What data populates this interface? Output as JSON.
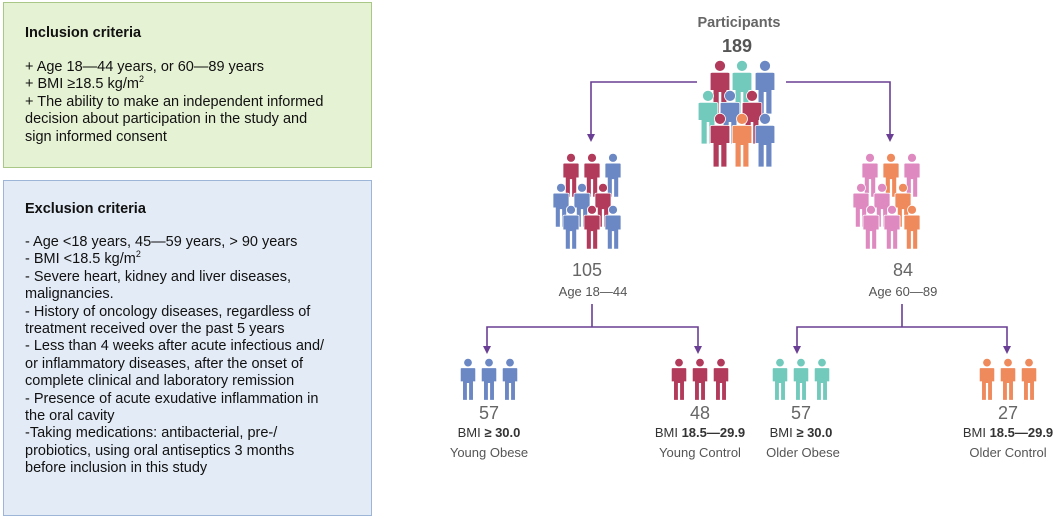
{
  "inclusion": {
    "title": "Inclusion criteria",
    "lines": [
      "+ Age 18—44 years, or 60—89 years",
      "+ BMI ≥18.5 kg/m",
      "+ The ability to make an independent informed",
      "decision about participation in the study and",
      "sign informed consent"
    ],
    "sup": "2"
  },
  "exclusion": {
    "title": "Exclusion criteria",
    "lines": [
      " - Age <18 years,  45—59 years, > 90 years",
      " - BMI <18.5 kg/m",
      " - Severe heart, kidney and liver diseases,",
      "malignancies.",
      " - History of oncology diseases, regardless of",
      "treatment received over the past 5 years",
      " - Less than 4 weeks after acute infectious and/",
      "or inflammatory diseases, after the onset of",
      "complete clinical and laboratory remission",
      " - Presence of acute exudative inflammation in",
      "the oral cavity",
      " -Taking medications: antibacterial,  pre-/",
      "probiotics, using oral antiseptics 3 months",
      "before inclusion in this study"
    ],
    "sup": "2"
  },
  "participants": {
    "title": "Participants",
    "count": "189"
  },
  "young": {
    "count": "105",
    "label": "Age 18—44"
  },
  "older": {
    "count": "84",
    "label": "Age 60—89"
  },
  "groups": [
    {
      "count": "57",
      "bmi_prefix": "BMI ",
      "bmi_value": " ≥ 30.0",
      "name": "Young Obese"
    },
    {
      "count": "48",
      "bmi_prefix": "BMI ",
      "bmi_value": "18.5—29.9",
      "name": "Young Control"
    },
    {
      "count": "57",
      "bmi_prefix": "BMI ",
      "bmi_value": "≥ 30.0",
      "name": "Older Obese"
    },
    {
      "count": "27",
      "bmi_prefix": "BMI ",
      "bmi_value": "18.5—29.9",
      "name": "Older Control"
    }
  ],
  "colors": {
    "arrow": "#6a3e94",
    "blue": "#6b88c4",
    "red": "#b23a5b",
    "teal": "#72cabd",
    "orange": "#ef8a5c",
    "pink": "#de8ac0",
    "count_gray": "#666666",
    "label_gray": "#555555"
  }
}
